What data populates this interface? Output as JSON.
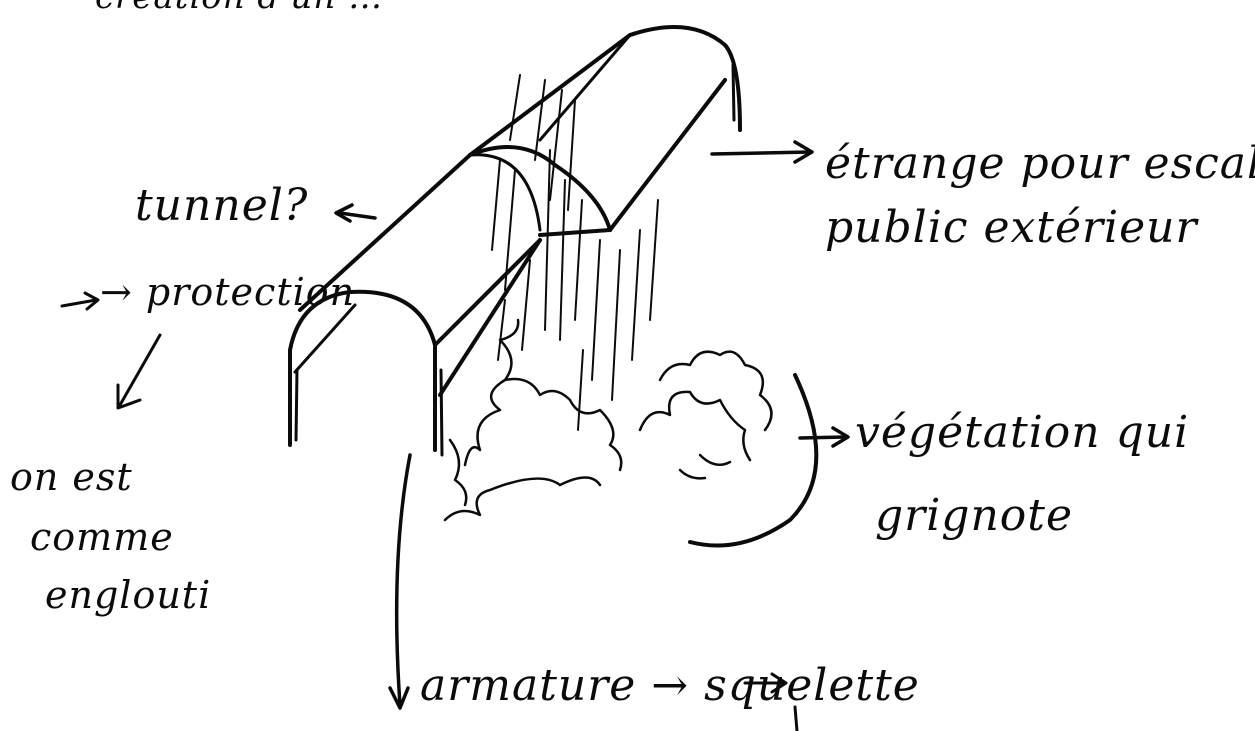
{
  "annotations": {
    "top_cut": "création d'un …",
    "left_main": "tunnel?",
    "left_sub": "→ protection",
    "left_bottom_line1": "on est",
    "left_bottom_line2": "comme",
    "left_bottom_line3": "englouti",
    "right_top_line1": "étrange pour escalier",
    "right_top_line2": "public extérieur",
    "right_middle_line1": "végétation qui",
    "right_middle_line2": "grignote",
    "bottom": "armature → squelette"
  },
  "colors": {
    "ink": "#0b0b0b",
    "paper": "#ffffff"
  }
}
